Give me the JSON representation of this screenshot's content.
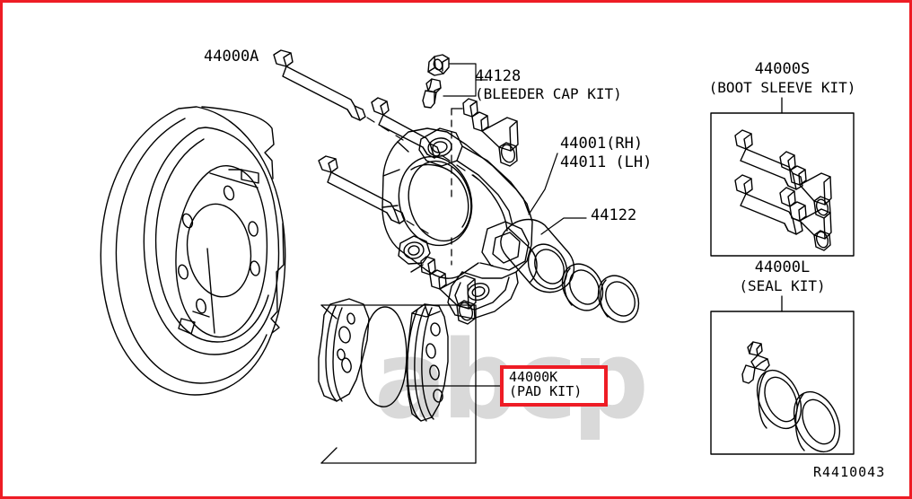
{
  "document": {
    "type": "exploded-parts-diagram",
    "subject": "Rear disc brake caliper assembly",
    "diagram_id": "R4410043",
    "watermark_text": "abcp",
    "border_color": "#ee1c25",
    "highlight_color": "#ee1c25",
    "line_color": "#000000"
  },
  "labels": {
    "guide_pin": {
      "code": "44000A"
    },
    "bleeder": {
      "code": "44128",
      "name": "(BLEEDER CAP KIT)"
    },
    "caliper": {
      "line1": "44001(RH)",
      "line2": "44011 (LH)"
    },
    "piston": {
      "code": "44122"
    },
    "pad_kit": {
      "code": "44000K",
      "name": "(PAD KIT)"
    }
  },
  "panels": [
    {
      "id": "boot-sleeve-kit",
      "code": "44000S",
      "name": "(BOOT SLEEVE KIT)",
      "contents": "two rubber boots and two sleeve pins"
    },
    {
      "id": "seal-kit",
      "code": "44000L",
      "name": "(SEAL KIT)",
      "contents": "bleeder screw, piston seal and dust seal rings"
    }
  ],
  "footer": {
    "drawing_number": "R4410043"
  }
}
